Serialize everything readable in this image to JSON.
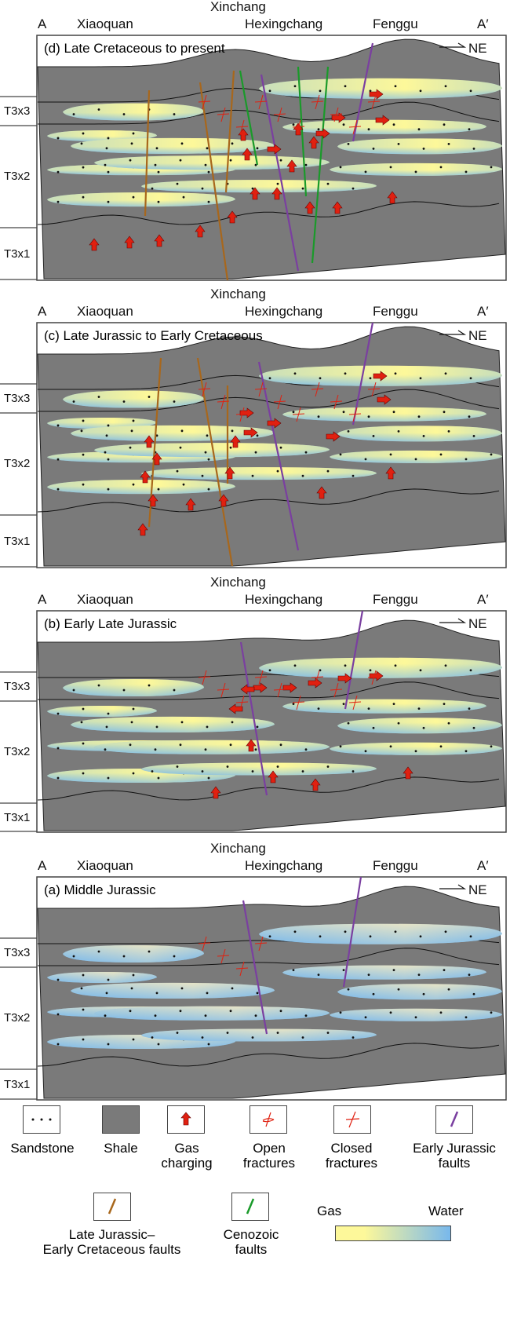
{
  "panels": [
    {
      "id": "d",
      "title": "(d) Late Cretaceous to present",
      "top_label": "Xinchang",
      "places": [
        "A",
        "Xiaoquan",
        "Hexingchang",
        "Fenggu",
        "A′"
      ],
      "direction": "NE",
      "strata": [
        "T3x3",
        "T3x2",
        "T3x1"
      ]
    },
    {
      "id": "c",
      "title": "(c) Late Jurassic to Early Cretaceous",
      "top_label": "Xinchang",
      "places": [
        "A",
        "Xiaoquan",
        "Hexingchang",
        "Fenggu",
        "A′"
      ],
      "direction": "NE",
      "strata": [
        "T3x3",
        "T3x2",
        "T3x1"
      ]
    },
    {
      "id": "b",
      "title": "(b) Early Late Jurassic",
      "top_label": "Xinchang",
      "places": [
        "A",
        "Xiaoquan",
        "Hexingchang",
        "Fenggu",
        "A′"
      ],
      "direction": "NE",
      "strata": [
        "T3x3",
        "T3x2",
        "T3x1"
      ]
    },
    {
      "id": "a",
      "title": "(a) Middle Jurassic",
      "top_label": "Xinchang",
      "places": [
        "A",
        "Xiaoquan",
        "Hexingchang",
        "Fenggu",
        "A′"
      ],
      "direction": "NE",
      "strata": [
        "T3x3",
        "T3x2",
        "T3x1"
      ]
    }
  ],
  "legend": {
    "sandstone": "Sandstone",
    "shale": "Shale",
    "gas_charging": [
      "Gas",
      "charging"
    ],
    "open_fractures": [
      "Open",
      "fractures"
    ],
    "closed_fractures": [
      "Closed",
      "fractures"
    ],
    "early_jurassic_faults": [
      "Early Jurassic",
      "faults"
    ],
    "late_jurassic_faults": [
      "Late Jurassic–",
      "Early Cretaceous faults"
    ],
    "cenozoic_faults": [
      "Cenozoic",
      "faults"
    ],
    "gas": "Gas",
    "water": "Water"
  },
  "colors": {
    "shale": "#7a7a7a",
    "gas": "#fdf89a",
    "water": "#78b8ec",
    "early_jurassic": "#7a3fa0",
    "late_jurassic": "#a8671c",
    "cenozoic": "#1a9a2a",
    "arrow": "#e02010"
  }
}
